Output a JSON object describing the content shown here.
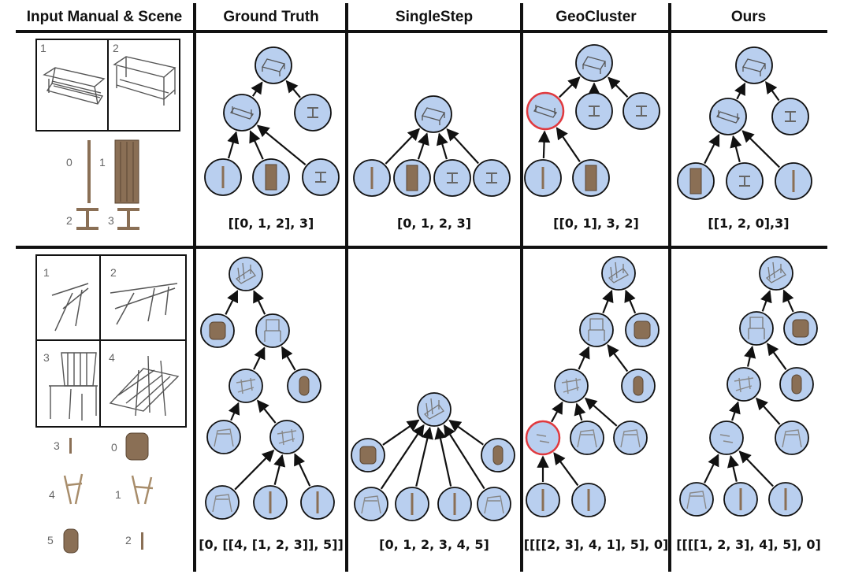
{
  "headers": [
    "Input Manual & Scene",
    "Ground Truth",
    "SingleStep",
    "GeoCluster",
    "Ours"
  ],
  "rows": [
    {
      "manual_step_labels": [
        "1",
        "2"
      ],
      "part_labels": [
        "0",
        "1",
        "2",
        "3"
      ],
      "sequences": {
        "ground_truth": "[[0, 1, 2], 3]",
        "single_step": "[0, 1, 2, 3]",
        "geo_cluster": "[[0, 1], 3, 2]",
        "ours": "[[1, 2, 0],3]"
      }
    },
    {
      "manual_step_labels": [
        "1",
        "2",
        "3",
        "4"
      ],
      "part_labels": [
        "3",
        "0",
        "4",
        "1",
        "5",
        "2"
      ],
      "sequences": {
        "ground_truth": "[0, [[4, [1, 2, 3]], 5]]",
        "single_step": "[0, 1, 2, 3, 4, 5]",
        "geo_cluster": "[[[[2, 3], 4, 1], 5], 0]",
        "ours": "[[[[1, 2, 3], 4], 5], 0]"
      }
    }
  ],
  "colors": {
    "node_fill": "#b9cfef",
    "node_stroke": "#111111",
    "error_stroke": "#e0393e",
    "part_wood": "#8a6f55",
    "divider": "#111111"
  }
}
